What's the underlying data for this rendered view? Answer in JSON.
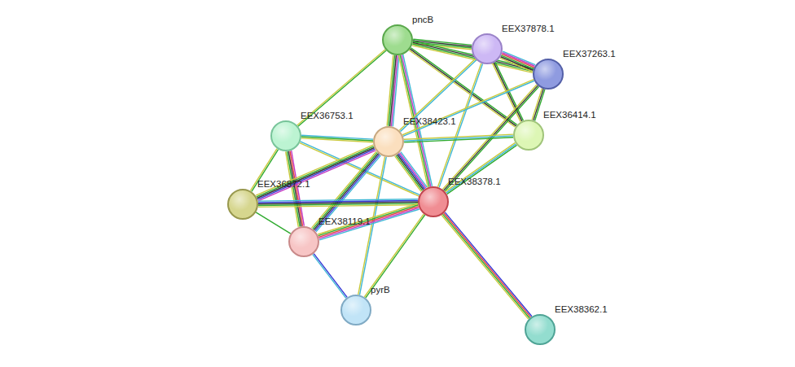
{
  "diagram": {
    "nodes": [
      {
        "text": [
          "pncB"
        ]
      },
      {
        "text": [
          "EEX37878.1"
        ]
      },
      {
        "text": [
          "EEX37263.1"
        ]
      },
      {
        "text": [
          "EEX36753.1"
        ]
      },
      {
        "text": [
          "EEX38423.1"
        ]
      },
      {
        "text": [
          "EEX36414.1"
        ]
      },
      {
        "text": [
          "EEX36872.1"
        ]
      },
      {
        "text": [
          "EEX38378.1"
        ]
      },
      {
        "text": [
          "EEX38119.1"
        ]
      },
      {
        "text": [
          "pyrB"
        ]
      },
      {
        "text": [
          "EEX38362.1"
        ]
      }
    ],
    "edges": [
      {
        "from": 0,
        "to": 1,
        "arrow": "none"
      },
      {
        "from": 0,
        "to": 2,
        "arrow": "none"
      },
      {
        "from": 0,
        "to": 5,
        "arrow": "none"
      },
      {
        "from": 0,
        "to": 4,
        "arrow": "none"
      },
      {
        "from": 0,
        "to": 7,
        "arrow": "none"
      },
      {
        "from": 0,
        "to": 3,
        "arrow": "none"
      },
      {
        "from": 1,
        "to": 2,
        "arrow": "none"
      },
      {
        "from": 1,
        "to": 5,
        "arrow": "none"
      },
      {
        "from": 1,
        "to": 7,
        "arrow": "none"
      },
      {
        "from": 1,
        "to": 4,
        "arrow": "none"
      },
      {
        "from": 2,
        "to": 5,
        "arrow": "none"
      },
      {
        "from": 2,
        "to": 7,
        "arrow": "none"
      },
      {
        "from": 2,
        "to": 4,
        "arrow": "none"
      },
      {
        "from": 5,
        "to": 4,
        "arrow": "none"
      },
      {
        "from": 5,
        "to": 7,
        "arrow": "none"
      },
      {
        "from": 3,
        "to": 4,
        "arrow": "none"
      },
      {
        "from": 3,
        "to": 7,
        "arrow": "none"
      },
      {
        "from": 3,
        "to": 6,
        "arrow": "none"
      },
      {
        "from": 3,
        "to": 8,
        "arrow": "none"
      },
      {
        "from": 4,
        "to": 6,
        "arrow": "none"
      },
      {
        "from": 4,
        "to": 8,
        "arrow": "none"
      },
      {
        "from": 4,
        "to": 7,
        "arrow": "none"
      },
      {
        "from": 4,
        "to": 9,
        "arrow": "none"
      },
      {
        "from": 6,
        "to": 7,
        "arrow": "none"
      },
      {
        "from": 6,
        "to": 8,
        "arrow": "none"
      },
      {
        "from": 7,
        "to": 8,
        "arrow": "none"
      },
      {
        "from": 7,
        "to": 9,
        "arrow": "none"
      },
      {
        "from": 7,
        "to": 10,
        "arrow": "none"
      },
      {
        "from": 8,
        "to": 9,
        "arrow": "none"
      }
    ]
  }
}
